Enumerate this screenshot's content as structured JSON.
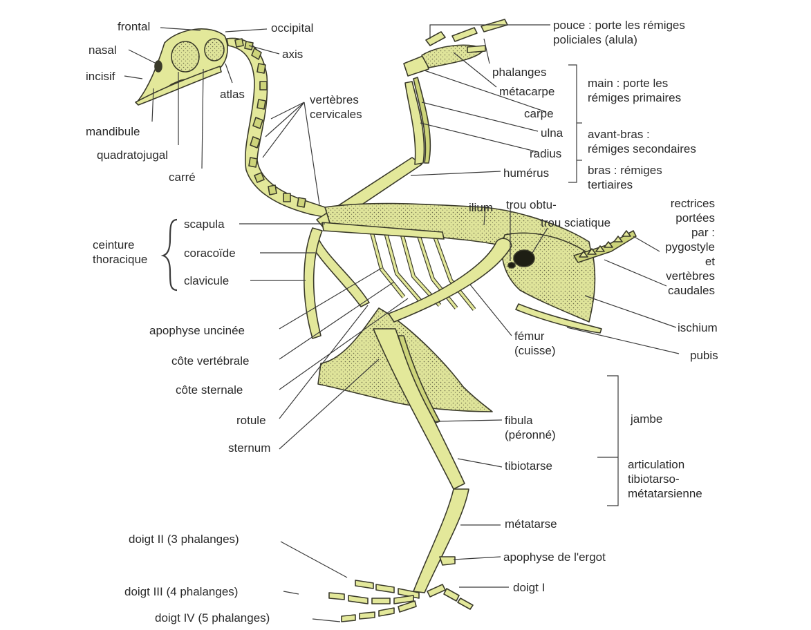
{
  "colors": {
    "bone": "#e3e89a",
    "bone_dark": "#cdd47a",
    "outline": "#3a3a2a",
    "dots": "#6b6b4a",
    "text": "#2a2a2a",
    "leader": "#3a3a3a"
  },
  "labels": {
    "frontal": "frontal",
    "occipital": "occipital",
    "nasal": "nasal",
    "axis": "axis",
    "incisif": "incisif",
    "atlas": "atlas",
    "vertebres_cervicales": "vertèbres\ncervicales",
    "mandibule": "mandibule",
    "quadratojugal": "quadratojugal",
    "carre": "carré",
    "pouce": "pouce : porte les rémiges\npoliciales (alula)",
    "phalanges": "phalanges",
    "metacarpe": "métacarpe",
    "carpe": "carpe",
    "ulna": "ulna",
    "radius": "radius",
    "humerus": "humérus",
    "main": "main : porte les\nrémiges primaires",
    "avant_bras": "avant-bras :\nrémiges secondaires",
    "bras": "bras : rémiges\ntertiaires",
    "ilium": "ilium",
    "trou_obtu": "trou obtu-",
    "trou_sciatique": "trou sciatique",
    "rectrices": "rectrices\nportées\npar :\npygostyle\net\nvertèbres\ncaudales",
    "ceinture": "ceinture\nthoracique",
    "scapula": "scapula",
    "coracoide": "coracoïde",
    "clavicule": "clavicule",
    "apophyse_uncinee": "apophyse uncinée",
    "cote_vertebrale": "côte vertébrale",
    "cote_sternale": "côte sternale",
    "rotule": "rotule",
    "sternum": "sternum",
    "femur": "fémur\n(cuisse)",
    "ischium": "ischium",
    "pubis": "pubis",
    "fibula": "fibula\n(péronné)",
    "jambe": "jambe",
    "tibiotarse": "tibiotarse",
    "articulation": "articulation\ntibiotarso-\nmétatarsienne",
    "metatarse": "métatarse",
    "apophyse_ergot": "apophyse de l'ergot",
    "doigt_I": "doigt I",
    "doigt_II": "doigt II (3 phalanges)",
    "doigt_III": "doigt III (4 phalanges)",
    "doigt_IV": "doigt IV (5 phalanges)"
  }
}
